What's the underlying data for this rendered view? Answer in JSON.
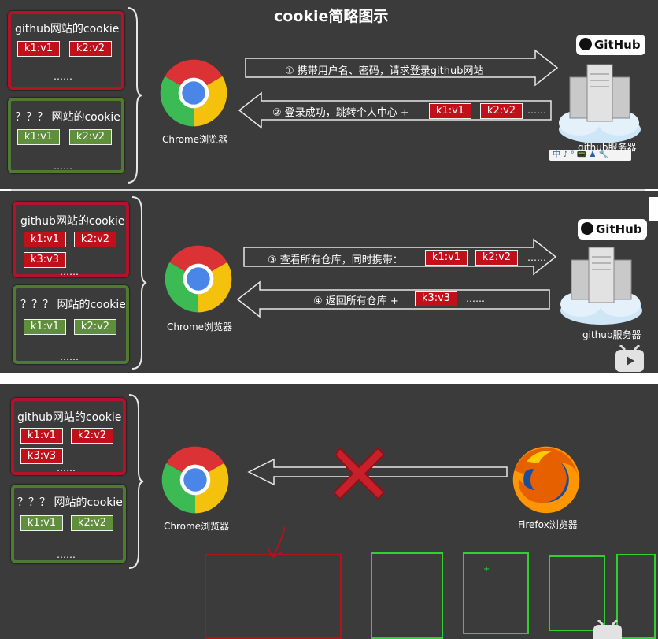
{
  "title": "cookie简略图示",
  "cookie_groups": {
    "github_title": "github网站的cookie",
    "other_title": "？？？ 网站的cookie",
    "k1": "k1:v1",
    "k2": "k2:v2",
    "k3": "k3:v3",
    "ellipsis": "……"
  },
  "browser": {
    "chrome_label": "Chrome浏览器",
    "firefox_label": "Firefox浏览器"
  },
  "server": {
    "logo_text": "GitHub",
    "label": "github服务器",
    "ime_toolbar": "中 ♪ ° 📟 ♟ 🔧"
  },
  "scene1": {
    "step1": "① 携带用户名、密码，请求登录github网站",
    "step2": "② 登录成功，跳转个人中心 +",
    "step2_chips": [
      "k1:v1",
      "k2:v2"
    ],
    "step2_tail": "……"
  },
  "scene2": {
    "step3": "③ 查看所有仓库，同时携带：",
    "step3_chips": [
      "k1:v1",
      "k2:v2"
    ],
    "step3_tail": "……",
    "step4": "④ 返回所有仓库 +",
    "step4_chips": [
      "k3:v3"
    ],
    "step4_tail": "……"
  },
  "colors": {
    "panel_bg": "#3b3b3b",
    "red": "#c0111b",
    "green": "#5f8f3a",
    "cross": "#c8202a",
    "annotation_red": "#b0131d",
    "annotation_green": "#2fd12f"
  }
}
